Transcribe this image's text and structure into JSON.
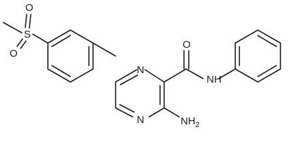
{
  "molecule": {
    "atoms": {
      "O_top": "O",
      "S": "S",
      "O_bottom": "O",
      "N_ring_top": "N",
      "N_ring_bottom": "N",
      "O_carbonyl": "O",
      "N_amide": "N",
      "H_amide": "H",
      "NH2": "NH",
      "NH2_sub": "2"
    }
  }
}
